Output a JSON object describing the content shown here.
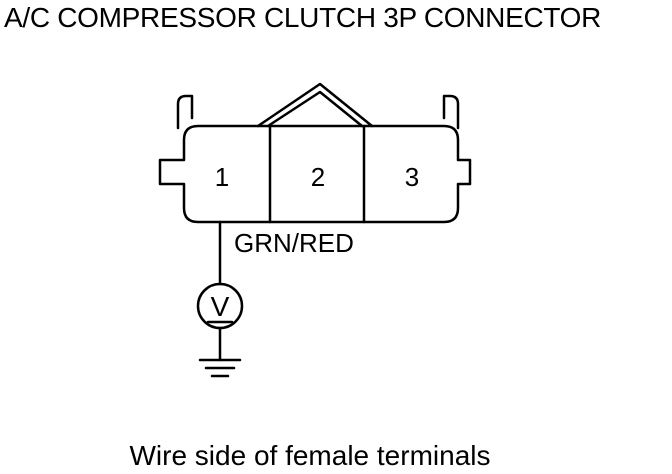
{
  "title": "A/C COMPRESSOR CLUTCH 3P CONNECTOR",
  "connector": {
    "terminals": [
      "1",
      "2",
      "3"
    ]
  },
  "wire": {
    "label": "GRN/RED"
  },
  "meter": {
    "symbol": "V"
  },
  "caption": "Wire side of female terminals",
  "icons": {
    "meter": "voltmeter-icon",
    "ground": "ground-icon"
  },
  "colors": {
    "line": "#000000",
    "background": "#ffffff"
  }
}
